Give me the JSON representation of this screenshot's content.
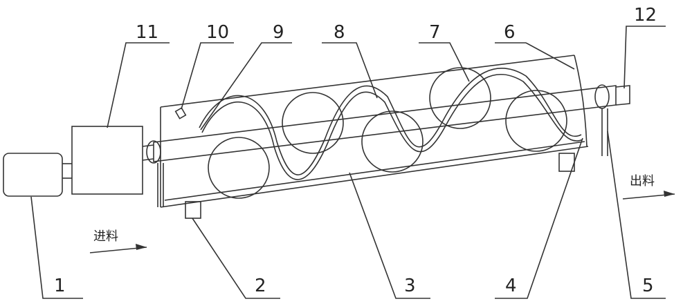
{
  "title": "Screw conveyor mechanical drawing",
  "labels": {
    "n1": "1",
    "n2": "2",
    "n3": "3",
    "n4": "4",
    "n5": "5",
    "n6": "6",
    "n7": "7",
    "n8": "8",
    "n9": "9",
    "n10": "10",
    "n11": "11",
    "n12": "12"
  },
  "inlet": "进料",
  "outlet": "出料",
  "colors": {
    "line": "#333333",
    "background": "#ffffff"
  }
}
